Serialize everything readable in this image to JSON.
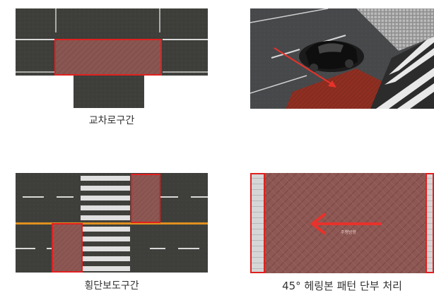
{
  "panels": [
    {
      "caption": "교차로구간"
    },
    {
      "caption": ""
    },
    {
      "caption": "횡단보도구간"
    },
    {
      "caption": "45° 헤링본 패턴 단부 처리",
      "arrow_label": "주행방향"
    }
  ],
  "colors": {
    "asphalt": "#3e3f3b",
    "lane_mark": "#d8d8d8",
    "center_line": "#e09020",
    "pavement_red": "#8d5753",
    "highlight_border": "#e02020",
    "arrow": "#e8322b",
    "curb": "#d6d6d6"
  }
}
